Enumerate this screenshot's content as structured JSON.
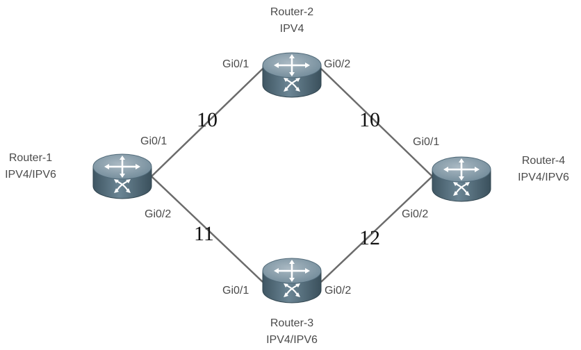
{
  "colors": {
    "link": "#6b6b6b",
    "router_top": "#7f97a6",
    "router_body": "#4f6877",
    "router_dark": "#31454f",
    "arrow": "#ffffff",
    "text": "#4a4a4a",
    "cost_text": "#111111"
  },
  "routers": {
    "r1": {
      "name": "Router-1",
      "proto": "IPV4/IPV6",
      "gi01": "Gi0/1",
      "gi02": "Gi0/2"
    },
    "r2": {
      "name": "Router-2",
      "proto": "IPV4",
      "gi01": "Gi0/1",
      "gi02": "Gi0/2"
    },
    "r3": {
      "name": "Router-3",
      "proto": "IPV4/IPV6",
      "gi01": "Gi0/1",
      "gi02": "Gi0/2"
    },
    "r4": {
      "name": "Router-4",
      "proto": "IPV4/IPV6",
      "gi01": "Gi0/1",
      "gi02": "Gi0/2"
    }
  },
  "links": {
    "r1_r2": {
      "cost": "10"
    },
    "r2_r4": {
      "cost": "10"
    },
    "r1_r3": {
      "cost": "11"
    },
    "r3_r4": {
      "cost": "12"
    }
  },
  "icons": {
    "router": "router-icon"
  }
}
